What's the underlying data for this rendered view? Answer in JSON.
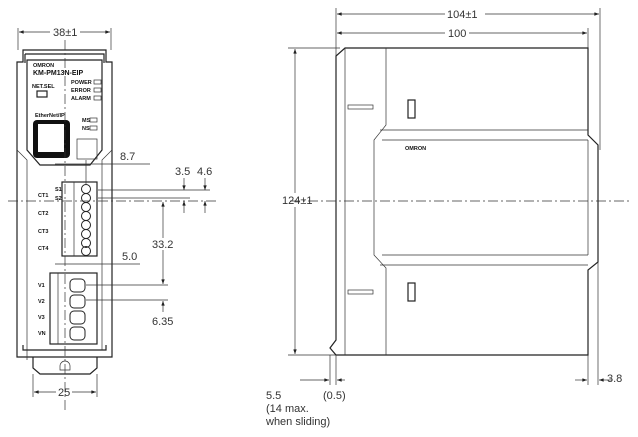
{
  "front_view": {
    "width_dim": "38±1",
    "brand": "OMRON",
    "model": "KM-PM13N-EIP",
    "switch_label": "NET.SEL",
    "leds": [
      "POWER",
      "ERROR",
      "ALARM"
    ],
    "port_label": "EtherNet/IP",
    "status_leds": [
      "MS",
      "NS"
    ],
    "ct_labels": [
      "CT1",
      "CT2",
      "CT3",
      "CT4"
    ],
    "ct_terms": [
      "S1",
      "S2"
    ],
    "v_labels": [
      "V1",
      "V2",
      "V3",
      "VN"
    ],
    "dims": {
      "d87": "8.7",
      "d35": "3.5",
      "d46": "4.6",
      "d332": "33.2",
      "d50": "5.0",
      "d635": "6.35",
      "d25": "25"
    }
  },
  "side_view": {
    "brand": "OMRON",
    "dims": {
      "d104": "104±1",
      "d100": "100",
      "d124": "124±1",
      "d55": "5.5",
      "d55_note1": "(14 max.",
      "d55_note2": "when sliding)",
      "d05": "(0.5)",
      "d38": "3.8"
    }
  }
}
